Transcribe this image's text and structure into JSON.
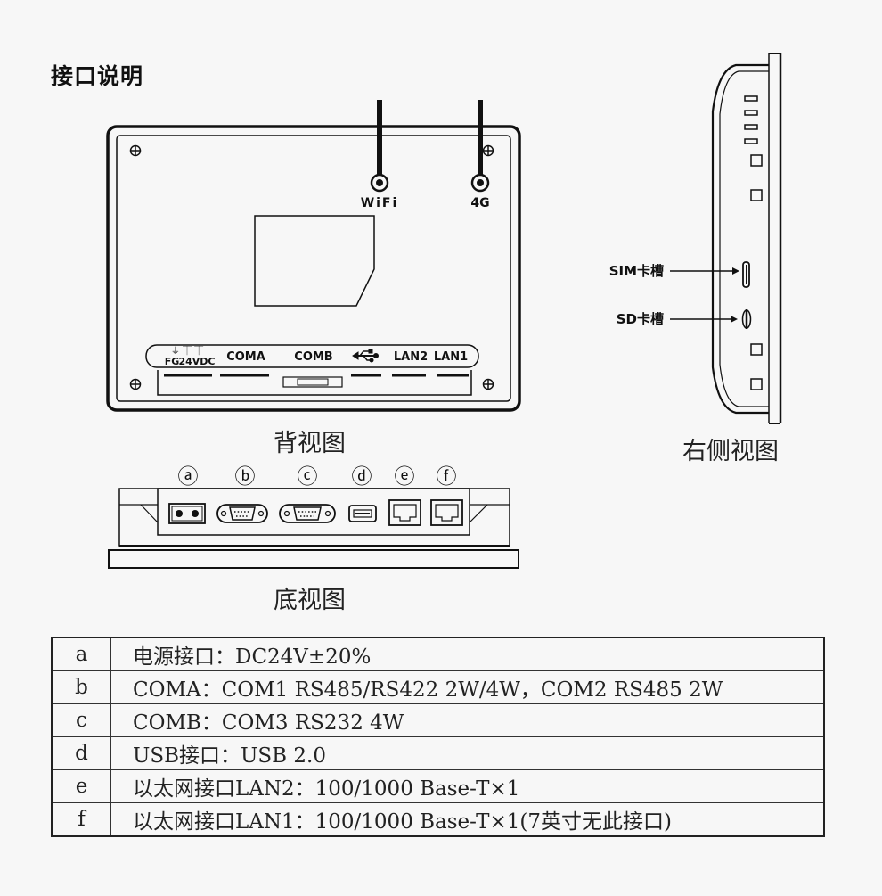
{
  "title": "接口说明",
  "back_view": {
    "caption": "背视图",
    "antenna_labels": [
      "WiFi",
      "4G"
    ],
    "port_strip": {
      "power_symbols": "⏚ ⏉ ⏉",
      "power_line1": "FG",
      "power_line2": "24VDC",
      "labels": [
        "COMA",
        "COMB",
        "LAN2",
        "LAN1"
      ],
      "usb_icon": "usb-icon"
    }
  },
  "side_view": {
    "caption": "右侧视图",
    "sim_label": "SIM卡槽",
    "sd_label": "SD卡槽"
  },
  "bottom_view": {
    "caption": "底视图",
    "port_markers": [
      "ⓐ",
      "ⓑ",
      "ⓒ",
      "ⓓ",
      "ⓔ",
      "ⓕ"
    ]
  },
  "spec_table": {
    "rows": [
      {
        "key": "a",
        "desc": "电源接口：DC24V±20%"
      },
      {
        "key": "b",
        "desc": "COMA：COM1 RS485/RS422 2W/4W，COM2 RS485 2W"
      },
      {
        "key": "c",
        "desc": "COMB：COM3 RS232 4W"
      },
      {
        "key": "d",
        "desc": "USB接口：USB 2.0"
      },
      {
        "key": "e",
        "desc": "以太网接口LAN2：100/1000 Base-T×1"
      },
      {
        "key": "f",
        "desc": "以太网接口LAN1：100/1000 Base-T×1(7英寸无此接口)"
      }
    ]
  }
}
